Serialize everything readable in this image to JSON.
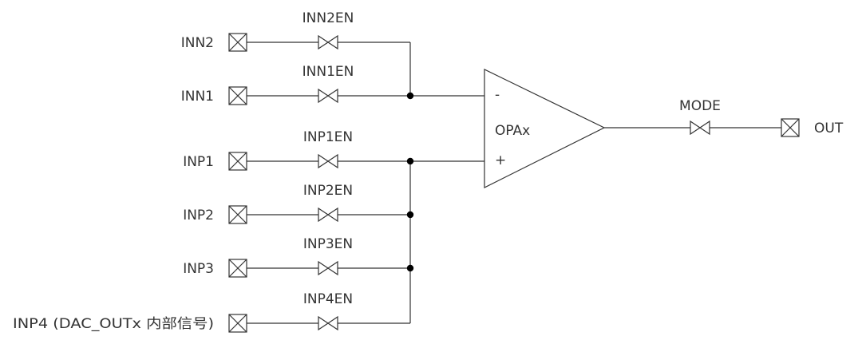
{
  "inputs": [
    {
      "pin": "INN2",
      "switch": "INN2EN"
    },
    {
      "pin": "INN1",
      "switch": "INN1EN"
    },
    {
      "pin": "INP1",
      "switch": "INP1EN"
    },
    {
      "pin": "INP2",
      "switch": "INP2EN"
    },
    {
      "pin": "INP3",
      "switch": "INP3EN"
    },
    {
      "pin": "INP4 (DAC_OUTx 内部信号)",
      "switch": "INP4EN"
    }
  ],
  "opamp": {
    "label": "OPAx",
    "minus": "-",
    "plus": "+"
  },
  "output": {
    "switch": "MODE",
    "pin": "OUT"
  }
}
